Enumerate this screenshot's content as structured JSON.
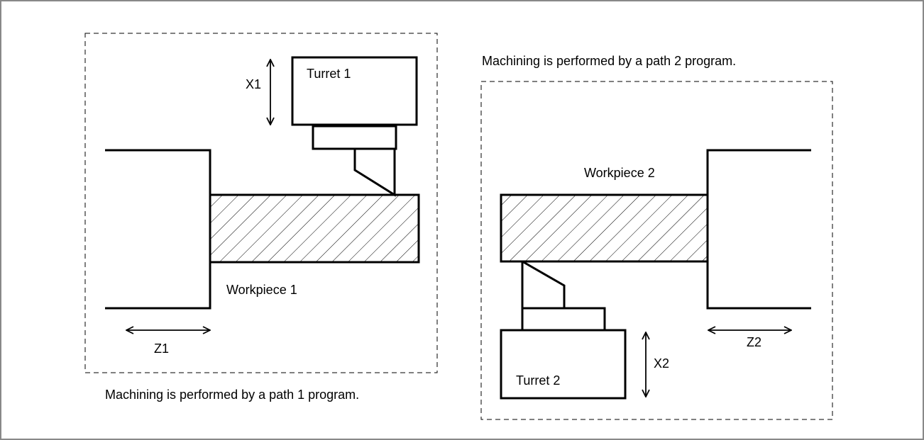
{
  "figure": {
    "path1": {
      "caption": "Machining is performed by a path 1 program.",
      "turret_label": "Turret 1",
      "workpiece_label": "Workpiece 1",
      "x_axis_label": "X1",
      "z_axis_label": "Z1"
    },
    "path2": {
      "caption": "Machining is performed by a path 2 program.",
      "turret_label": "Turret 2",
      "workpiece_label": "Workpiece 2",
      "x_axis_label": "X2",
      "z_axis_label": "Z2"
    },
    "colors": {
      "line": "#000000",
      "frame": "#888888",
      "hatch": "#000000",
      "background": "#ffffff"
    }
  }
}
